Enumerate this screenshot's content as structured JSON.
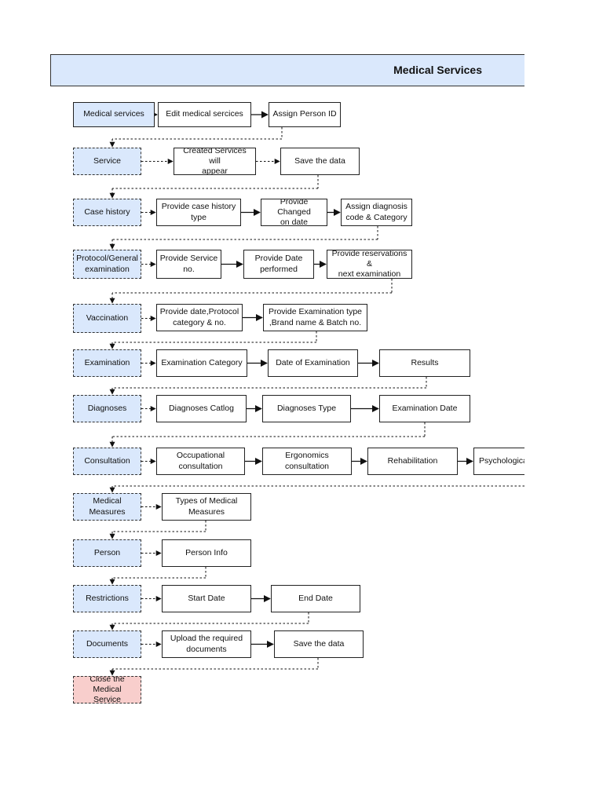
{
  "header": {
    "title": "Medical Services"
  },
  "colors": {
    "section_fill": "#dae8fc",
    "end_fill": "#f8cecc",
    "line": "#111111"
  },
  "rows": [
    {
      "section": "Medical services",
      "kind": "start",
      "steps": [
        "Edit medical sercices",
        "Assign Person ID"
      ]
    },
    {
      "section": "Service",
      "kind": "section",
      "steps": [
        "Created Services will\nappear",
        "Save the data"
      ]
    },
    {
      "section": "Case history",
      "kind": "section",
      "steps": [
        "Provide case history\ntype",
        "Provide Changed\non date",
        "Assign diagnosis\ncode & Category"
      ]
    },
    {
      "section": "Protocol/General\nexamination",
      "kind": "section",
      "steps": [
        "Provide Service\nno.",
        "Provide Date\nperformed",
        "Provide reservations &\nnext examination"
      ]
    },
    {
      "section": "Vaccination",
      "kind": "section",
      "steps": [
        "Provide date,Protocol\ncategory & no.",
        "Provide Examination type\n,Brand name & Batch no."
      ]
    },
    {
      "section": "Examination",
      "kind": "section",
      "steps": [
        "Examination Category",
        "Date of Examination",
        "Results"
      ]
    },
    {
      "section": "Diagnoses",
      "kind": "section",
      "steps": [
        "Diagnoses Catlog",
        "Diagnoses Type",
        "Examination Date"
      ]
    },
    {
      "section": "Consultation",
      "kind": "section",
      "steps": [
        "Occupational\nconsultation",
        "Ergonomics consultation",
        "Rehabilitation",
        "Psychologica"
      ]
    },
    {
      "section": "Medical Measures",
      "kind": "section",
      "steps": [
        "Types of Medical\nMeasures"
      ]
    },
    {
      "section": "Person",
      "kind": "section",
      "steps": [
        "Person Info"
      ]
    },
    {
      "section": "Restrictions",
      "kind": "section",
      "steps": [
        "Start Date",
        "End Date"
      ]
    },
    {
      "section": "Documents",
      "kind": "section",
      "steps": [
        "Upload the required\ndocuments",
        "Save the data"
      ]
    },
    {
      "section": "Close the Medical\nService",
      "kind": "end",
      "steps": []
    }
  ]
}
